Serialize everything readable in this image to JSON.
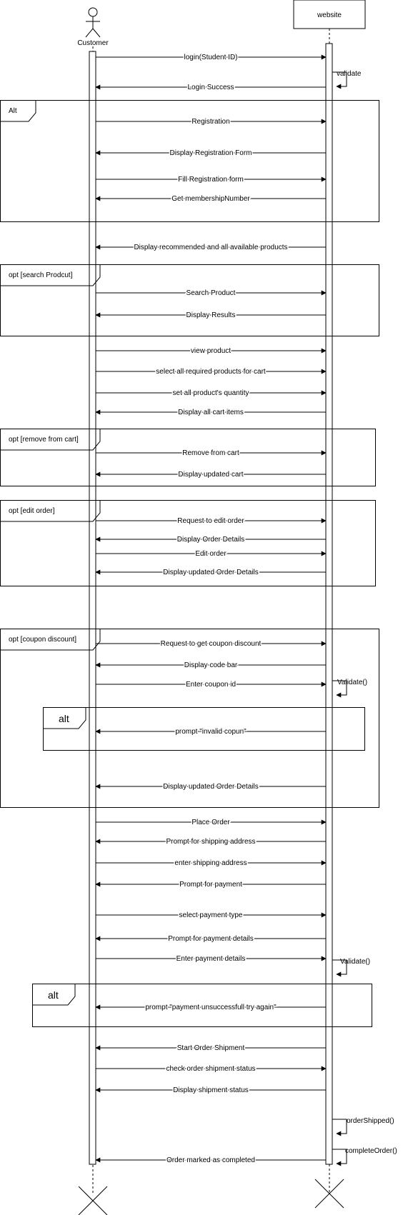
{
  "participants": {
    "customer": "Customer",
    "website": "website"
  },
  "fragments": [
    {
      "id": "frag-alt-registration",
      "label": "Alt"
    },
    {
      "id": "frag-opt-search",
      "label": "opt [search Prodcut]"
    },
    {
      "id": "frag-opt-remove",
      "label": "opt [remove from cart]"
    },
    {
      "id": "frag-opt-edit",
      "label": "opt [edit order]"
    },
    {
      "id": "frag-opt-coupon",
      "label": "opt [coupon discount]"
    },
    {
      "id": "frag-alt-coupon",
      "label": "alt"
    },
    {
      "id": "frag-alt-payment",
      "label": "alt"
    }
  ],
  "messages": [
    {
      "label": "login(Student ID)",
      "dir": "right"
    },
    {
      "label": "Login Success",
      "dir": "left"
    },
    {
      "label": "Registration",
      "dir": "right"
    },
    {
      "label": "Display Registration Form",
      "dir": "left"
    },
    {
      "label": "Fill Registration form",
      "dir": "right"
    },
    {
      "label": "Get membershipNumber",
      "dir": "left"
    },
    {
      "label": "Display recommended and all available products",
      "dir": "left"
    },
    {
      "label": "Search Product",
      "dir": "right"
    },
    {
      "label": "Display Results",
      "dir": "left"
    },
    {
      "label": "view product",
      "dir": "right"
    },
    {
      "label": "select all required products for cart",
      "dir": "right"
    },
    {
      "label": "set all product's quantity",
      "dir": "right"
    },
    {
      "label": "Display all cart items",
      "dir": "left"
    },
    {
      "label": "Remove from cart",
      "dir": "right"
    },
    {
      "label": "Display updated cart",
      "dir": "left"
    },
    {
      "label": "Request to edit order",
      "dir": "right"
    },
    {
      "label": "Display Order Details",
      "dir": "left"
    },
    {
      "label": "Edit order",
      "dir": "right"
    },
    {
      "label": "Display updated Order Details",
      "dir": "left"
    },
    {
      "label": "Request to get coupon discount",
      "dir": "right"
    },
    {
      "label": "Display code bar",
      "dir": "left"
    },
    {
      "label": "Enter coupon id",
      "dir": "right"
    },
    {
      "label": "prompt \"invalid copun\"",
      "dir": "left"
    },
    {
      "label": "Display updated Order Details",
      "dir": "left"
    },
    {
      "label": "Place Order",
      "dir": "right"
    },
    {
      "label": "Prompt for shipping address",
      "dir": "left"
    },
    {
      "label": "enter shipping address",
      "dir": "right"
    },
    {
      "label": "Prompt for payment",
      "dir": "left"
    },
    {
      "label": "select payment type",
      "dir": "right"
    },
    {
      "label": "Prompt for payment details",
      "dir": "left"
    },
    {
      "label": "Enter payment details",
      "dir": "right"
    },
    {
      "label": "prompt \"payment unsuccessfull try again\"",
      "dir": "left"
    },
    {
      "label": "Start Order Shipment",
      "dir": "left"
    },
    {
      "label": "check order shipment status",
      "dir": "right"
    },
    {
      "label": "Display shipment status",
      "dir": "left"
    },
    {
      "label": "Order marked as completed",
      "dir": "left"
    }
  ],
  "self_calls": [
    {
      "label": "validate"
    },
    {
      "label": "Validate()"
    },
    {
      "label": "Validate()"
    },
    {
      "label": "orderShipped()"
    },
    {
      "label": "completeOrder()"
    }
  ]
}
